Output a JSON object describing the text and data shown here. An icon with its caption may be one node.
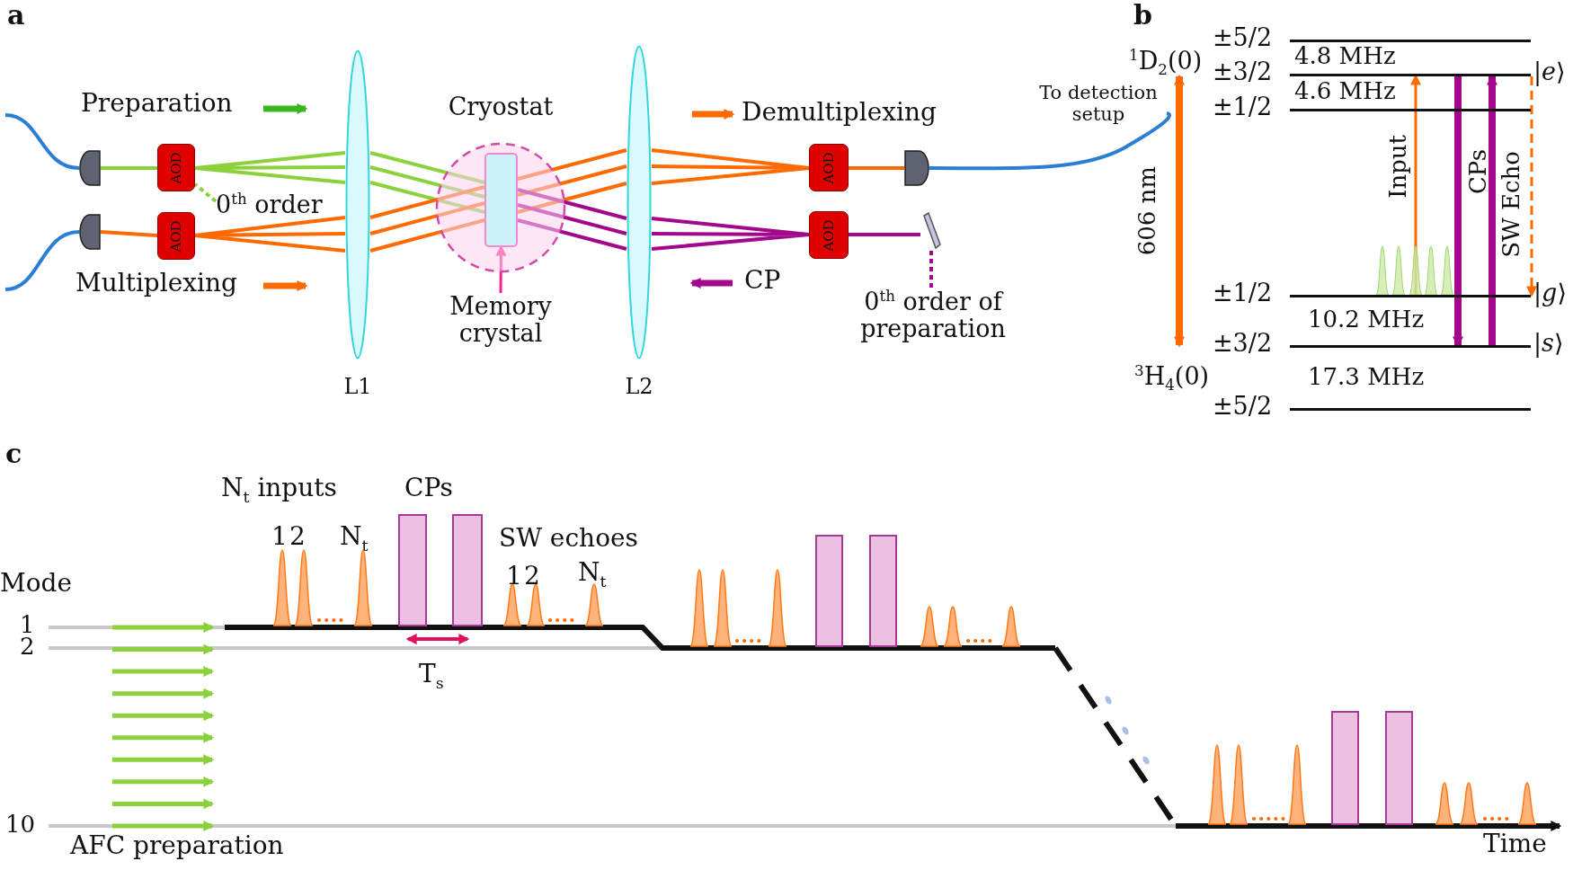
{
  "diagram": {
    "nodes": [
      {
        "text": [],
        "shape": "semicircle"
      },
      {
        "text": [],
        "shape": "semicircle"
      },
      {
        "text": [
          "AOD"
        ]
      },
      {
        "text": [
          "AOD"
        ]
      },
      {
        "text": [
          "0$^{th}$ order"
        ]
      },
      {
        "text": [],
        "shape": "ellipse",
        "beside": [
          "L1"
        ]
      },
      {
        "text": [
          "Cryostat"
        ]
      },
      {
        "text": [],
        "shape": "box",
        "in": 6
      },
      {
        "text": [
          "Memory crystal"
        ]
      },
      {
        "text": [],
        "shape": "ellipse",
        "beside": [
          "L2"
        ]
      },
      {
        "text": [
          "AOD"
        ]
      },
      {
        "text": [
          "AOD"
        ]
      },
      {
        "text": [],
        "shape": "semicircle"
      },
      {
        "text": [],
        "shape": "mirror"
      },
      {
        "text": [
          "0$^{th}$ order of preparation"
        ]
      },
      {
        "text": [
          "To detection setup"
        ]
      },
      {
        "text": [],
        "shape": "bar",
        "beside": [
          "±5/2"
        ]
      },
      {
        "text": [],
        "shape": "bar",
        "beside": [
          "±3/2",
          "|*e*⟩"
        ]
      },
      {
        "text": [],
        "shape": "bar",
        "beside": [
          "±1/2"
        ]
      },
      {
        "text": [],
        "shape": "bar",
        "beside": [
          "±1/2",
          "|*g*⟩"
        ]
      },
      {
        "text": [],
        "shape": "bar",
        "beside": [
          "±3/2",
          "|*s*⟩"
        ]
      },
      {
        "text": [],
        "shape": "bar",
        "beside": [
          "±5/2"
        ]
      }
    ],
    "edges": [
      {
        "from": null,
        "to": 0,
        "arrow": "none",
        "color": "#2a7fd4"
      },
      {
        "from": 0,
        "to": 2,
        "arrow": "none",
        "color": "#8cd13c"
      },
      {
        "from": 2,
        "to": 5,
        "arrow": "none",
        "color": "#8cd13c"
      },
      {
        "from": 5,
        "to": 7,
        "arrow": "none",
        "color": "#8cd13c"
      },
      {
        "from": 5,
        "to": 7,
        "arrow": "none",
        "color": "#8cd13c"
      },
      {
        "from": 5,
        "to": 7,
        "arrow": "none",
        "color": "#8cd13c"
      },
      {
        "from": 4,
        "to": 2,
        "arrow": "none",
        "style": "dashed",
        "color": "#8cd13c"
      },
      {
        "from": null,
        "to": 1,
        "arrow": "none",
        "color": "#2a7fd4"
      },
      {
        "from": 1,
        "to": 3,
        "arrow": "none"
      },
      {
        "from": 3,
        "to": 5,
        "arrow": "none"
      },
      {
        "from": 5,
        "to": 7,
        "arrow": "none"
      },
      {
        "from": 5,
        "to": 7,
        "arrow": "none"
      },
      {
        "from": 5,
        "to": 7,
        "arrow": "none"
      },
      {
        "from": 8,
        "to": 7,
        "arrow": "to",
        "color": "#ff1f8e"
      },
      {
        "from": 7,
        "to": 9,
        "arrow": "none"
      },
      {
        "from": 7,
        "to": 9,
        "arrow": "none"
      },
      {
        "from": 7,
        "to": 9,
        "arrow": "none"
      },
      {
        "from": 9,
        "to": 10,
        "arrow": "none"
      },
      {
        "from": 10,
        "to": 12,
        "arrow": "none"
      },
      {
        "from": 12,
        "to": 15,
        "arrow": "none",
        "color": "#2a7fd4"
      },
      {
        "from": 7,
        "to": 9,
        "arrow": "none",
        "color": "#a3088c"
      },
      {
        "from": 7,
        "to": 9,
        "arrow": "none",
        "color": "#a3088c"
      },
      {
        "from": 7,
        "to": 9,
        "arrow": "none",
        "color": "#a3088c"
      },
      {
        "from": 9,
        "to": 11,
        "arrow": "none",
        "color": "#a3088c"
      },
      {
        "from": 11,
        "to": 13,
        "arrow": "none",
        "color": "#a3088c"
      },
      {
        "from": 14,
        "to": 13,
        "arrow": "none",
        "style": "dashed",
        "color": "#a3088c"
      },
      {
        "from": 19,
        "to": 17,
        "arrow": "to",
        "label": "Input"
      },
      {
        "from": 17,
        "to": 20,
        "arrow": "to",
        "label": "CPs",
        "style": "thick",
        "color": "#a3088c"
      },
      {
        "from": 20,
        "to": 17,
        "arrow": "to",
        "style": "thick",
        "color": "#a3088c"
      },
      {
        "from": 17,
        "to": 19,
        "arrow": "to",
        "label": "SW Echo",
        "style": "dashed"
      },
      {
        "from": 17,
        "to": 20,
        "arrow": "both",
        "label": "606 nm",
        "style": "thick"
      }
    ],
    "labels": [
      "a",
      "Preparation",
      "Multiplexing",
      "Demultiplexing",
      "CP",
      "b",
      "$^{1}$D$_{2}$(0)",
      "4.8 MHz",
      "4.6 MHz",
      "10.2 MHz",
      "$^{3}$H$_{4}$(0)",
      "17.3 MHz",
      "c",
      "N$_{t}$ inputs",
      "CPs",
      "1",
      "2",
      "N$_{t}$",
      "SW echoes",
      "Mode",
      "1",
      "2",
      "N$_{t}$",
      "1",
      "2",
      "T$_{s}$",
      "10",
      "AFC preparation",
      "Time"
    ]
  }
}
